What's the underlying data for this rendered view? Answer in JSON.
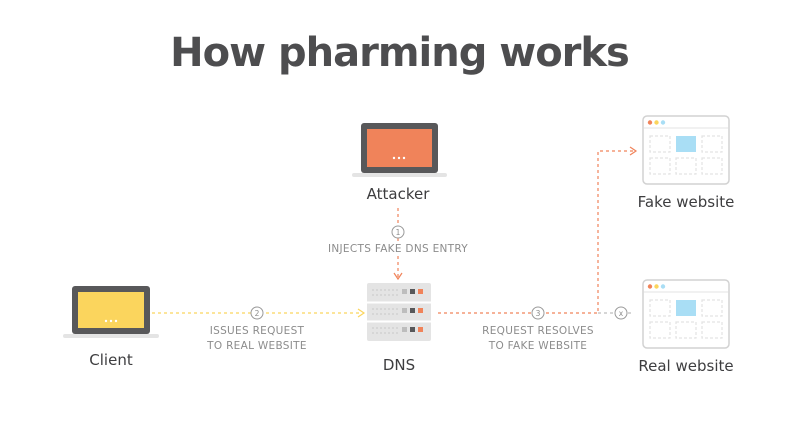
{
  "title": "How pharming works",
  "nodes": {
    "attacker": {
      "label": "Attacker"
    },
    "client": {
      "label": "Client"
    },
    "dns": {
      "label": "DNS"
    },
    "fake_website": {
      "label": "Fake website"
    },
    "real_website": {
      "label": "Real website"
    }
  },
  "edges": {
    "inject": {
      "step": "1",
      "label": "INJECTS FAKE DNS ENTRY"
    },
    "request": {
      "step": "2",
      "line1": "ISSUES REQUEST",
      "line2": "TO REAL WEBSITE"
    },
    "resolve": {
      "step": "3",
      "line1": "REQUEST RESOLVES",
      "line2": "TO FAKE WEBSITE"
    },
    "blocked": {
      "step": "x"
    }
  },
  "colors": {
    "accent_orange": "#f0835a",
    "accent_yellow": "#fbd55d",
    "device_gray": "#58585a",
    "window_blue": "#a9def5"
  }
}
